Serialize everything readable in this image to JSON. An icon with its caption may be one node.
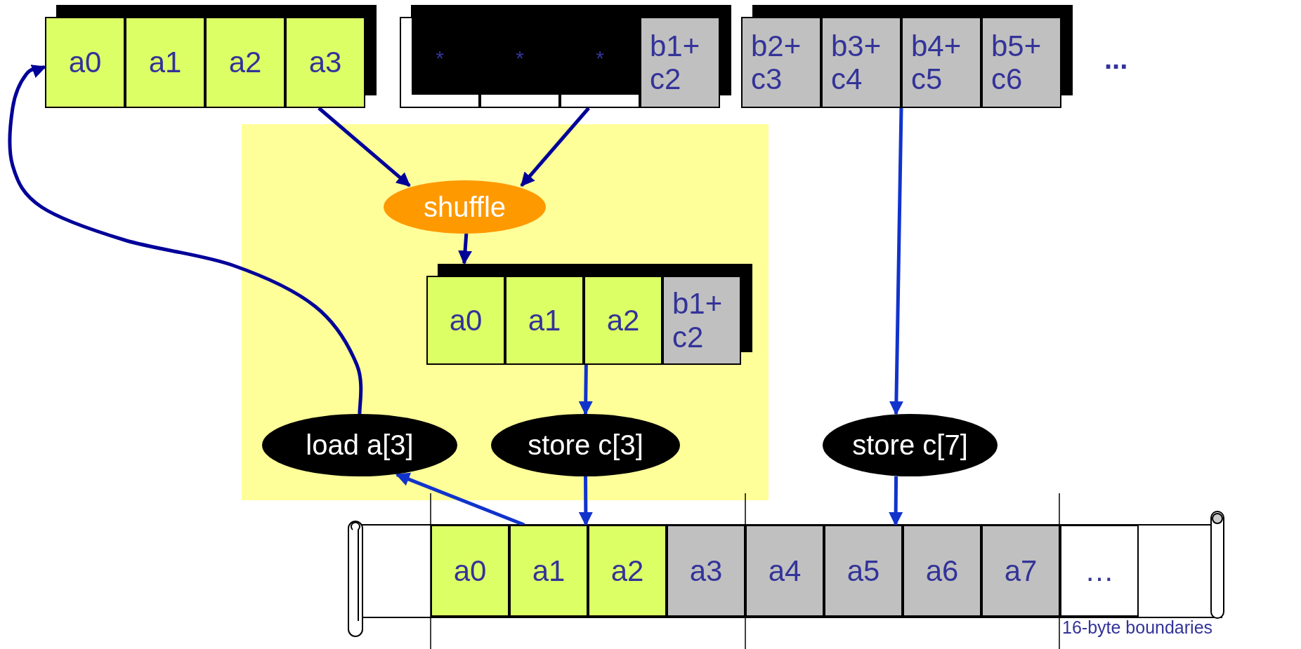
{
  "diagram": {
    "nodes": [
      {
        "text": [
          "a0"
        ]
      },
      {
        "text": [
          "a1"
        ]
      },
      {
        "text": [
          "a2"
        ]
      },
      {
        "text": [
          "a3"
        ]
      },
      {
        "text": [
          "*"
        ]
      },
      {
        "text": [
          "*"
        ]
      },
      {
        "text": [
          "*"
        ]
      },
      {
        "text": [
          "b1+ c2"
        ]
      },
      {
        "text": [
          "b2+ c3"
        ]
      },
      {
        "text": [
          "b3+ c4"
        ]
      },
      {
        "text": [
          "b4+ c5"
        ]
      },
      {
        "text": [
          "b5+ c6"
        ]
      },
      {
        "text": [
          "shuffle"
        ]
      },
      {
        "text": [
          "a0"
        ]
      },
      {
        "text": [
          "a1"
        ]
      },
      {
        "text": [
          "a2"
        ]
      },
      {
        "text": [
          "b1+ c2"
        ]
      },
      {
        "text": [
          "load a[3]"
        ]
      },
      {
        "text": [
          "store c[3]"
        ]
      },
      {
        "text": [
          "store c[7]"
        ]
      },
      {
        "text": [],
        "shape": "scroll"
      },
      {
        "text": [
          "a0"
        ],
        "in": 20
      },
      {
        "text": [
          "a1"
        ],
        "in": 20
      },
      {
        "text": [
          "a2"
        ],
        "in": 20
      },
      {
        "text": [
          "a3"
        ],
        "in": 20
      },
      {
        "text": [
          "a4"
        ],
        "in": 20
      },
      {
        "text": [
          "a5"
        ],
        "in": 20
      },
      {
        "text": [
          "a6"
        ],
        "in": 20
      },
      {
        "text": [
          "a7"
        ],
        "in": 20
      },
      {
        "text": [
          "…"
        ],
        "in": 20
      }
    ],
    "edges": [
      {
        "from": 3,
        "to": 12,
        "arrow": "to",
        "color": "#000099"
      },
      {
        "from": 6,
        "to": 12,
        "arrow": "to",
        "color": "#000099"
      },
      {
        "from": 12,
        "to": 13,
        "arrow": "to",
        "color": "#000099"
      },
      {
        "from": 15,
        "to": 18,
        "arrow": "to"
      },
      {
        "from": 18,
        "to": 20,
        "arrow": "to"
      },
      {
        "from": 22,
        "to": 17,
        "arrow": "to"
      },
      {
        "from": 17,
        "to": 0,
        "arrow": "to",
        "color": "#000099"
      },
      {
        "from": 10,
        "to": 19,
        "arrow": "to"
      },
      {
        "from": 19,
        "to": 20,
        "arrow": "to"
      }
    ],
    "labels": [
      "...",
      "16-byte boundaries"
    ]
  }
}
